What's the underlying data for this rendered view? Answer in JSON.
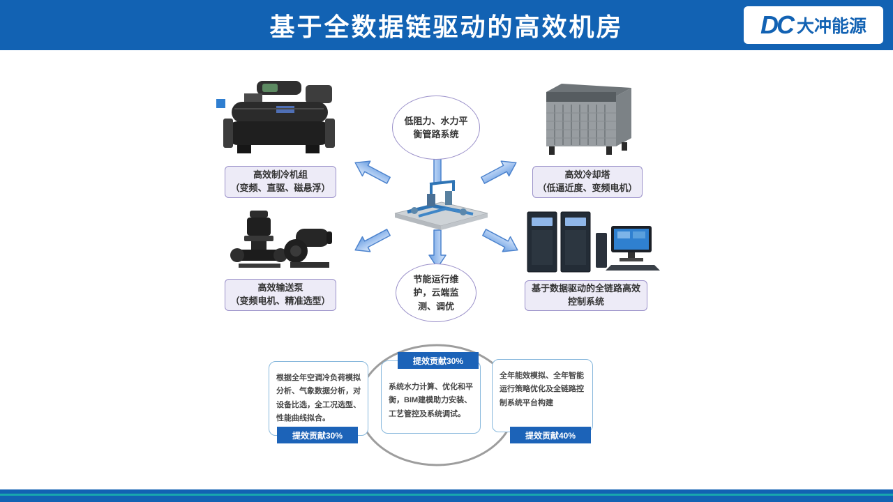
{
  "header": {
    "title": "基于全数据链驱动的高效机房",
    "logo_dc": "DC",
    "logo_name": "大冲能源"
  },
  "diagram": {
    "pipe_system_ellipse": "低阻力、水力平衡管路系统",
    "maintenance_ellipse": "节能运行维护，云端监测、调优",
    "chiller": {
      "line1": "高效制冷机组",
      "line2": "（变频、直驱、磁悬浮）"
    },
    "cooling_tower": {
      "line1": "高效冷却塔",
      "line2": "（低逼近度、变频电机）"
    },
    "pump": {
      "line1": "高效输送泵",
      "line2": "（变频电机、精准选型）"
    },
    "control": {
      "line1": "基于数据驱动的全链路高效",
      "line2": "控制系统"
    }
  },
  "process": {
    "step1": {
      "text": "根据全年空调冷负荷模拟分析、气象数据分析，对设备比选，全工况选型、性能曲线拟合。",
      "tag": "提效贡献30%"
    },
    "step2": {
      "text": "系统水力计算、优化和平衡，BIM建模助力安装、工艺管控及系统调试。",
      "tag": "提效贡献30%"
    },
    "step3": {
      "text": "全年能效模拟、全年智能运行策略优化及全链路控制系统平台构建",
      "tag": "提效贡献40%"
    }
  },
  "colors": {
    "header_blue": "#1262b3",
    "accent_purple": "#9a90c9",
    "tag_blue": "#1c63b8",
    "teal_line": "#18a7ad"
  }
}
